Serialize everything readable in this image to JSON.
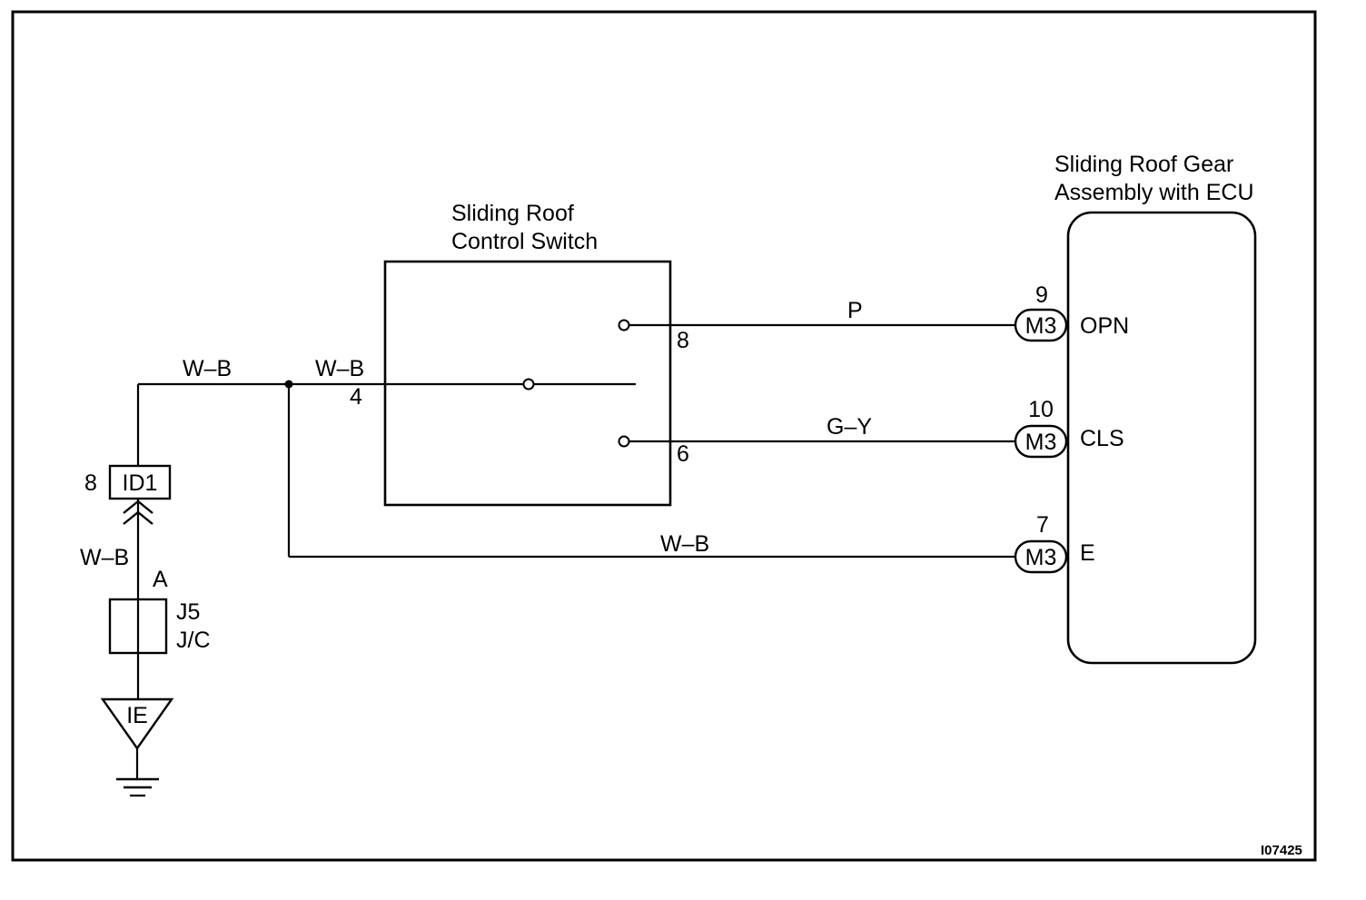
{
  "switch": {
    "title_line1": "Sliding Roof",
    "title_line2": "Control Switch",
    "pins": {
      "common": "4",
      "open": "8",
      "close": "6"
    }
  },
  "ecu": {
    "title_line1": "Sliding Roof Gear",
    "title_line2": "Assembly with ECU",
    "terminals": [
      {
        "pin": "9",
        "connector": "M3",
        "name": "OPN",
        "wire_color": "P"
      },
      {
        "pin": "10",
        "connector": "M3",
        "name": "CLS",
        "wire_color": "G–Y"
      },
      {
        "pin": "7",
        "connector": "M3",
        "name": "E",
        "wire_color": "W–B"
      }
    ]
  },
  "ground_path": {
    "wire_top_left": "W–B",
    "wire_switch": "W–B",
    "connector": "ID1",
    "connector_pin": "8",
    "wire_lower": "W–B",
    "jc_pin": "A",
    "jc_name_line1": "J5",
    "jc_name_line2": "J/C",
    "ground_point": "IE"
  },
  "figure_id": "I07425"
}
